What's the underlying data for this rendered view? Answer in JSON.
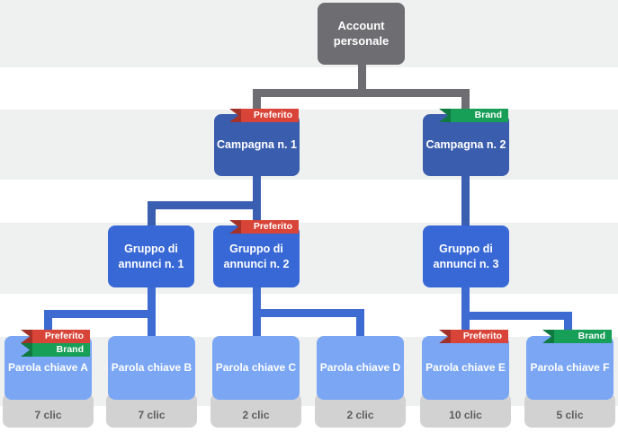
{
  "diagram": {
    "type": "account-structure-tree",
    "badges": {
      "preferito": "Preferito",
      "brand": "Brand"
    },
    "nodes": {
      "account": {
        "label": "Account personale"
      },
      "campaigns": [
        {
          "label": "Campagna n. 1",
          "badges": [
            "Preferito"
          ]
        },
        {
          "label": "Campagna n. 2",
          "badges": [
            "Brand"
          ]
        }
      ],
      "ad_groups": [
        {
          "label": "Gruppo di annunci n. 1",
          "badges": [],
          "parent": "Campagna n. 1"
        },
        {
          "label": "Gruppo di annunci n. 2",
          "badges": [
            "Preferito"
          ],
          "parent": "Campagna n. 1"
        },
        {
          "label": "Gruppo di annunci n. 3",
          "badges": [],
          "parent": "Campagna n. 2"
        }
      ],
      "keywords": [
        {
          "label": "Parola chiave A",
          "badges": [
            "Preferito",
            "Brand"
          ],
          "clicks": "7 clic",
          "parent": "Gruppo di annunci n. 1"
        },
        {
          "label": "Parola chiave B",
          "badges": [],
          "clicks": "7 clic",
          "parent": "Gruppo di annunci n. 1"
        },
        {
          "label": "Parola chiave C",
          "badges": [],
          "clicks": "2 clic",
          "parent": "Gruppo di annunci n. 2"
        },
        {
          "label": "Parola chiave D",
          "badges": [],
          "clicks": "2 clic",
          "parent": "Gruppo di annunci n. 2"
        },
        {
          "label": "Parola chiave E",
          "badges": [
            "Preferito"
          ],
          "clicks": "10 clic",
          "parent": "Gruppo di annunci n. 3"
        },
        {
          "label": "Parola chiave F",
          "badges": [
            "Brand"
          ],
          "clicks": "5 clic",
          "parent": "Gruppo di annunci n. 3"
        }
      ]
    }
  },
  "colors": {
    "stripe_gray": "#eff0f0",
    "background_white": "#ffffff",
    "root_gray": "#6e6e72",
    "connector_gray": "#6e6e72",
    "campaign_blue": "#3a5dad",
    "campaign_connector_blue": "#3b5fb0",
    "group_blue": "#3768d6",
    "group_connector_blue": "#3e6bd2",
    "keyword_blue": "#7aa6f4",
    "click_plate_gray": "#d2d2d3",
    "click_text_gray": "#5e5e60",
    "ribbon_red": "#d94438",
    "ribbon_red_dark": "#a23229",
    "ribbon_green": "#179e57",
    "ribbon_green_dark": "#0e7a41"
  }
}
